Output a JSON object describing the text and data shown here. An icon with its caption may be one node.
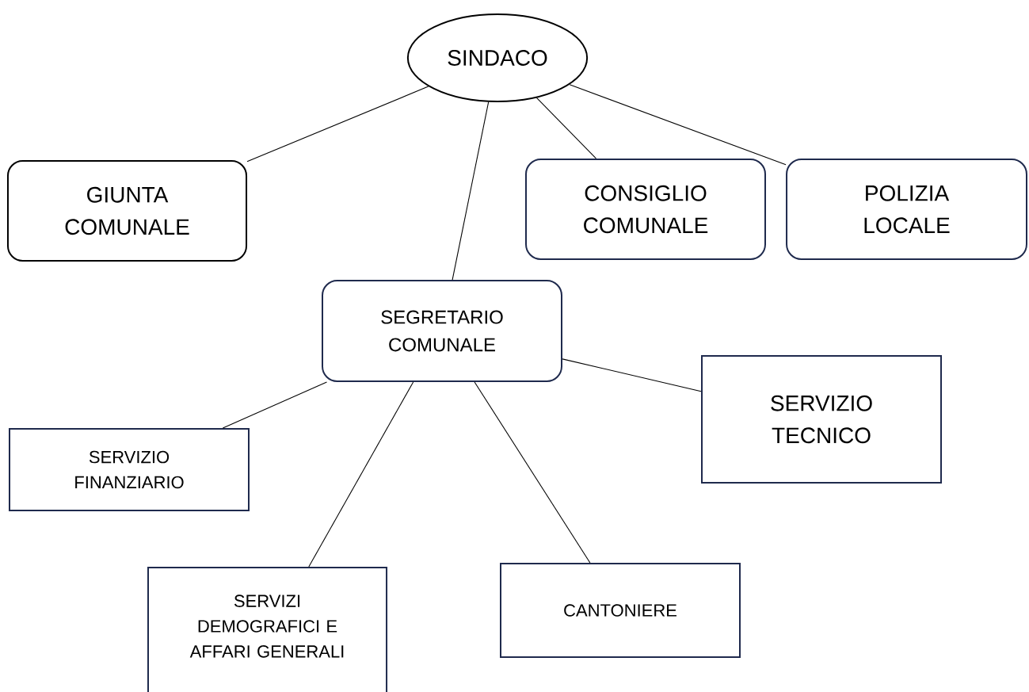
{
  "diagram": {
    "nodes": [
      {
        "text": [
          "SINDACO"
        ]
      },
      {
        "text": [
          "GIUNTA COMUNALE"
        ]
      },
      {
        "text": [
          "CONSIGLIO COMUNALE"
        ]
      },
      {
        "text": [
          "POLIZIA LOCALE"
        ]
      },
      {
        "text": [
          "SEGRETARIO COMUNALE"
        ]
      },
      {
        "text": [
          "SERVIZIO FINANZIARIO"
        ]
      },
      {
        "text": [
          "SERVIZIO TECNICO"
        ]
      },
      {
        "text": [
          "SERVIZI DEMOGRAFICI E AFFARI GENERALI"
        ]
      },
      {
        "text": [
          "CANTONIERE"
        ]
      }
    ],
    "edges": [
      {
        "from": 0,
        "to": 1,
        "arrow": "none"
      },
      {
        "from": 0,
        "to": 4,
        "arrow": "none"
      },
      {
        "from": 0,
        "to": 2,
        "arrow": "none"
      },
      {
        "from": 0,
        "to": 3,
        "arrow": "none"
      },
      {
        "from": 4,
        "to": 5,
        "arrow": "none"
      },
      {
        "from": 4,
        "to": 7,
        "arrow": "none"
      },
      {
        "from": 4,
        "to": 8,
        "arrow": "none"
      },
      {
        "from": 4,
        "to": 6,
        "arrow": "none"
      }
    ]
  }
}
